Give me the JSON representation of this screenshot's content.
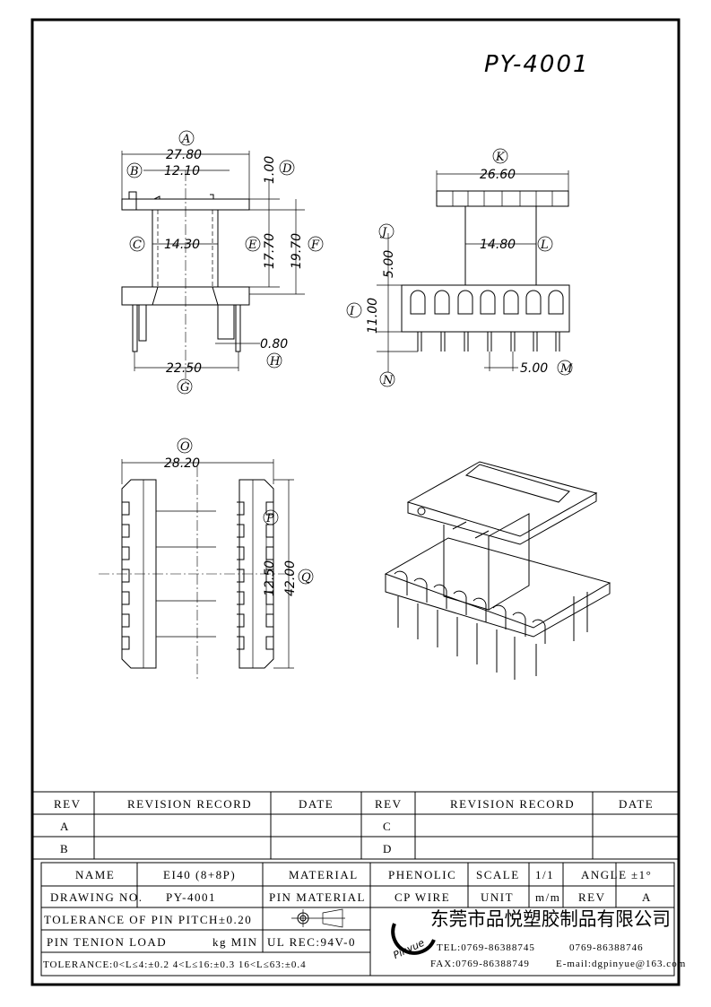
{
  "drawing_title": "PY-4001",
  "dims": {
    "A": {
      "letter": "A",
      "value": "27.80"
    },
    "B": {
      "letter": "B",
      "value": "12.10"
    },
    "C": {
      "letter": "C",
      "value": "14.30"
    },
    "D": {
      "letter": "D",
      "value": "1.00"
    },
    "E": {
      "letter": "E",
      "value": "17.70"
    },
    "F": {
      "letter": "F",
      "value": "19.70"
    },
    "G": {
      "letter": "G",
      "value": "22.50"
    },
    "H": {
      "letter": "H",
      "value": "0.80"
    },
    "I": {
      "letter": "I",
      "value": "11.00"
    },
    "J": {
      "letter": "J",
      "value": "5.00"
    },
    "K": {
      "letter": "K",
      "value": "26.60"
    },
    "L": {
      "letter": "L",
      "value": "14.80"
    },
    "M": {
      "letter": "M",
      "value": "5.00"
    },
    "N": {
      "letter": "N",
      "value": ""
    },
    "O": {
      "letter": "O",
      "value": "28.20"
    },
    "P": {
      "letter": "P",
      "value": "12.50"
    },
    "Q": {
      "letter": "Q",
      "value": "42.00"
    }
  },
  "revision_table": {
    "headers": [
      "REV",
      "REVISION RECORD",
      "DATE",
      "REV",
      "REVISION RECORD",
      "DATE"
    ],
    "rows": [
      [
        "A",
        "",
        "",
        "C",
        "",
        ""
      ],
      [
        "B",
        "",
        "",
        "D",
        "",
        ""
      ]
    ]
  },
  "title_block": {
    "name_label": "NAME",
    "name_value": "EI40 (8+8P)",
    "material_label": "MATERIAL",
    "material_value": "PHENOLIC",
    "scale_label": "SCALE",
    "scale_value": "1/1",
    "angle_label": "ANGLE",
    "angle_value": "±1°",
    "drawing_no_label": "DRAWING NO.",
    "drawing_no_value": "PY-4001",
    "pin_material_label": "PIN MATERIAL",
    "pin_material_value": "CP WIRE",
    "unit_label": "UNIT",
    "unit_value": "m/m",
    "rev_label": "REV",
    "rev_value": "A",
    "pitch_tolerance": "TOLERANCE OF PIN PITCH±0.20",
    "pin_load_label": "PIN TENION LOAD",
    "pin_load_unit": "kg MIN",
    "ul_rec": "UL REC:94V-0",
    "tolerance": "TOLERANCE:0<L≤4:±0.2  4<L≤16:±0.3  16<L≤63:±0.4",
    "logo_text": "Pinyue",
    "company": "东莞市品悦塑胶制品有限公司",
    "tel": "TEL:0769-86388745",
    "tel2": "0769-86388746",
    "fax": "FAX:0769-86388749",
    "email": "E-mail:dgpinyue@163.com"
  }
}
